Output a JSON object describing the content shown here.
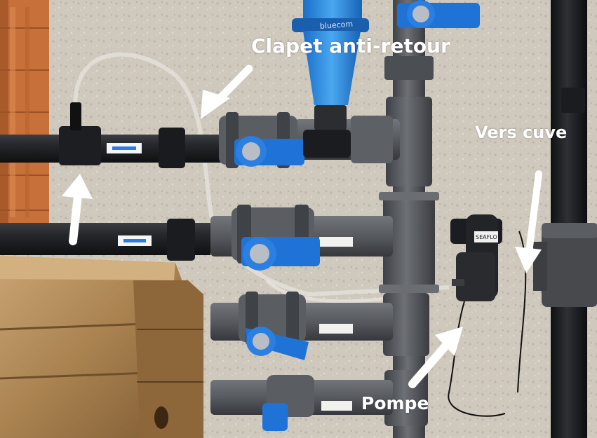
{
  "annotations": {
    "check_valve": "Clapet anti-retour",
    "to_tank": "Vers cuve",
    "pump": "Pompe"
  },
  "brand_text": {
    "filter_logo": "bluecom",
    "pump_logo": "SEAFLO"
  },
  "colors": {
    "wall": "#cfc8bd",
    "brick": "#c8703a",
    "black_pipe": "#1c1d20",
    "grey_pvc": "#56595d",
    "valve_blue": "#1f73d6",
    "filter_blue": "#2e8fe6",
    "wood": "#b48d5e",
    "arrow": "#ffffff"
  },
  "icons": [
    "white-arrow",
    "ball-valve-handle",
    "flow-direction-sticker"
  ]
}
